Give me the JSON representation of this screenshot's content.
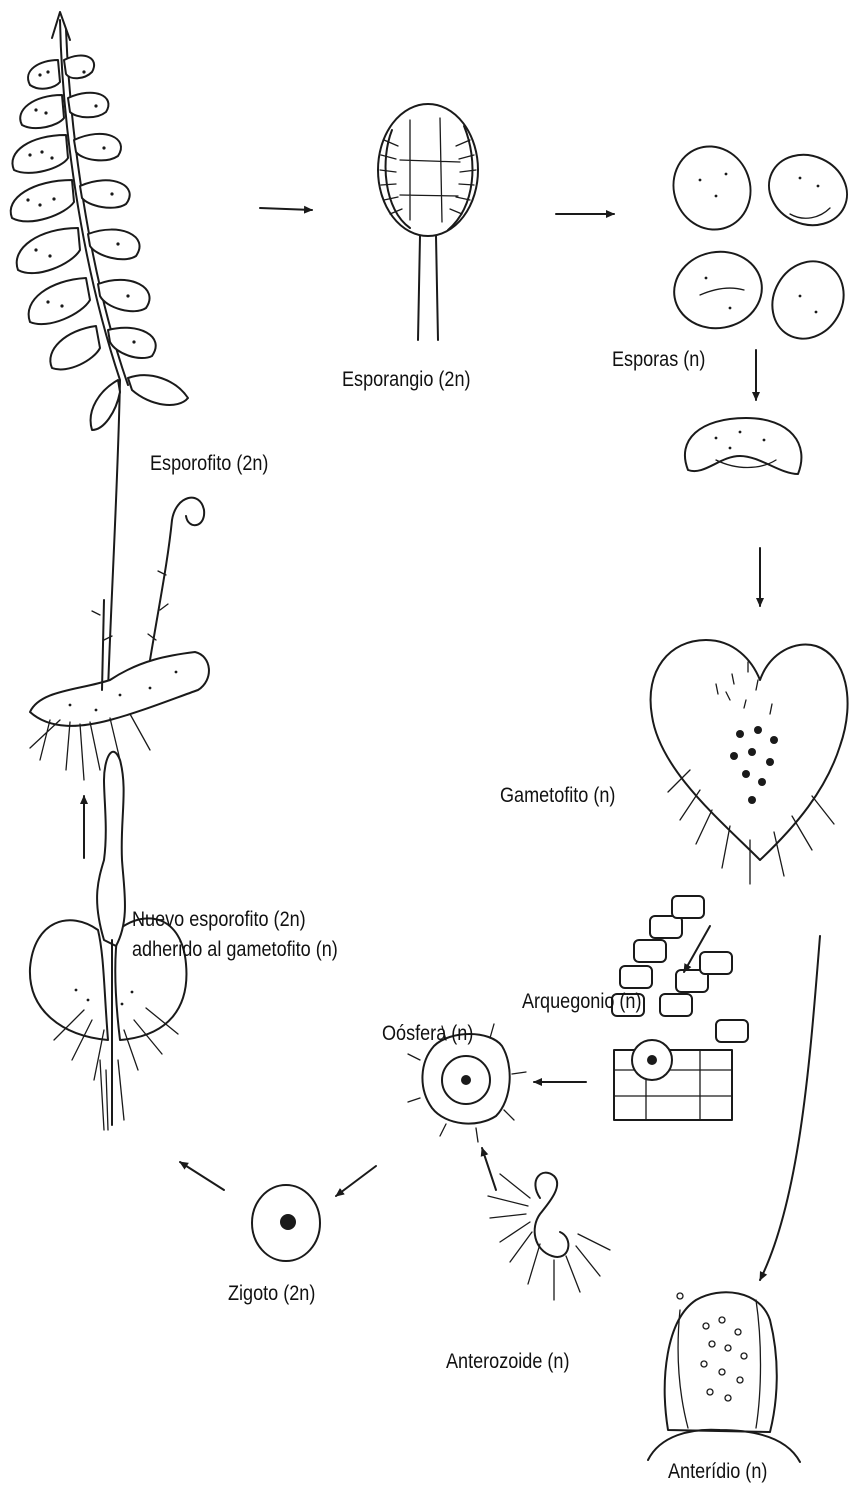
{
  "labels": {
    "esporofito": "Esporofito (2n)",
    "esporangio": "Esporangio  (2n)",
    "esporas": "Esporas (n)",
    "gametofito": "Gametofito (n)",
    "nuevo_line1": "Nuevo esporofito (2n)",
    "nuevo_line2": "adherido al gametofito (n)",
    "arquegonio": "Arquegonio (n)",
    "oosfera": "Oósfera (n)",
    "zigoto": "Zigoto (2n)",
    "anterozoide": "Anterozoide (n)",
    "anteridio": "Anterídio (n)"
  }
}
